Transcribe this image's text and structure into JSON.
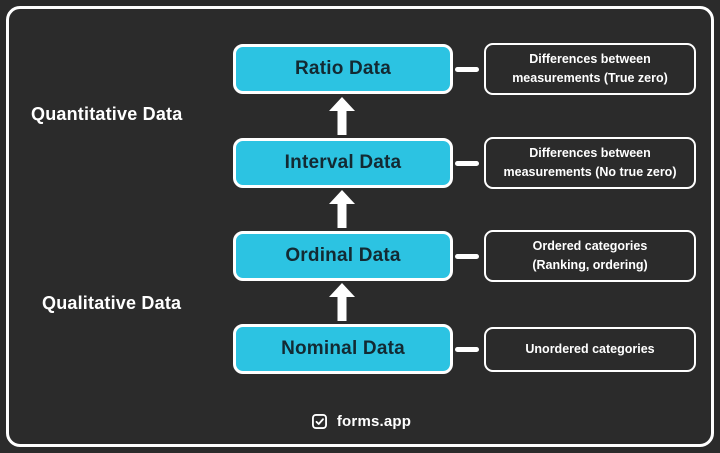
{
  "colors": {
    "background": "#2b2b2b",
    "accent": "#2cc3e2",
    "frame": "#ffffff",
    "center_box_text": "#132a33",
    "text": "#ffffff"
  },
  "side_labels": {
    "quantitative": "Quantitative Data",
    "qualitative": "Qualitative Data"
  },
  "levels": [
    {
      "name": "Ratio Data",
      "desc1": "Differences between",
      "desc2": "measurements (True zero)"
    },
    {
      "name": "Interval Data",
      "desc1": "Differences between",
      "desc2": "measurements (No true zero)"
    },
    {
      "name": "Ordinal Data",
      "desc1": "Ordered categories",
      "desc2": "(Ranking, ordering)"
    },
    {
      "name": "Nominal Data",
      "desc1": "Unordered categories"
    }
  ],
  "footer": {
    "brand": "forms.app"
  }
}
